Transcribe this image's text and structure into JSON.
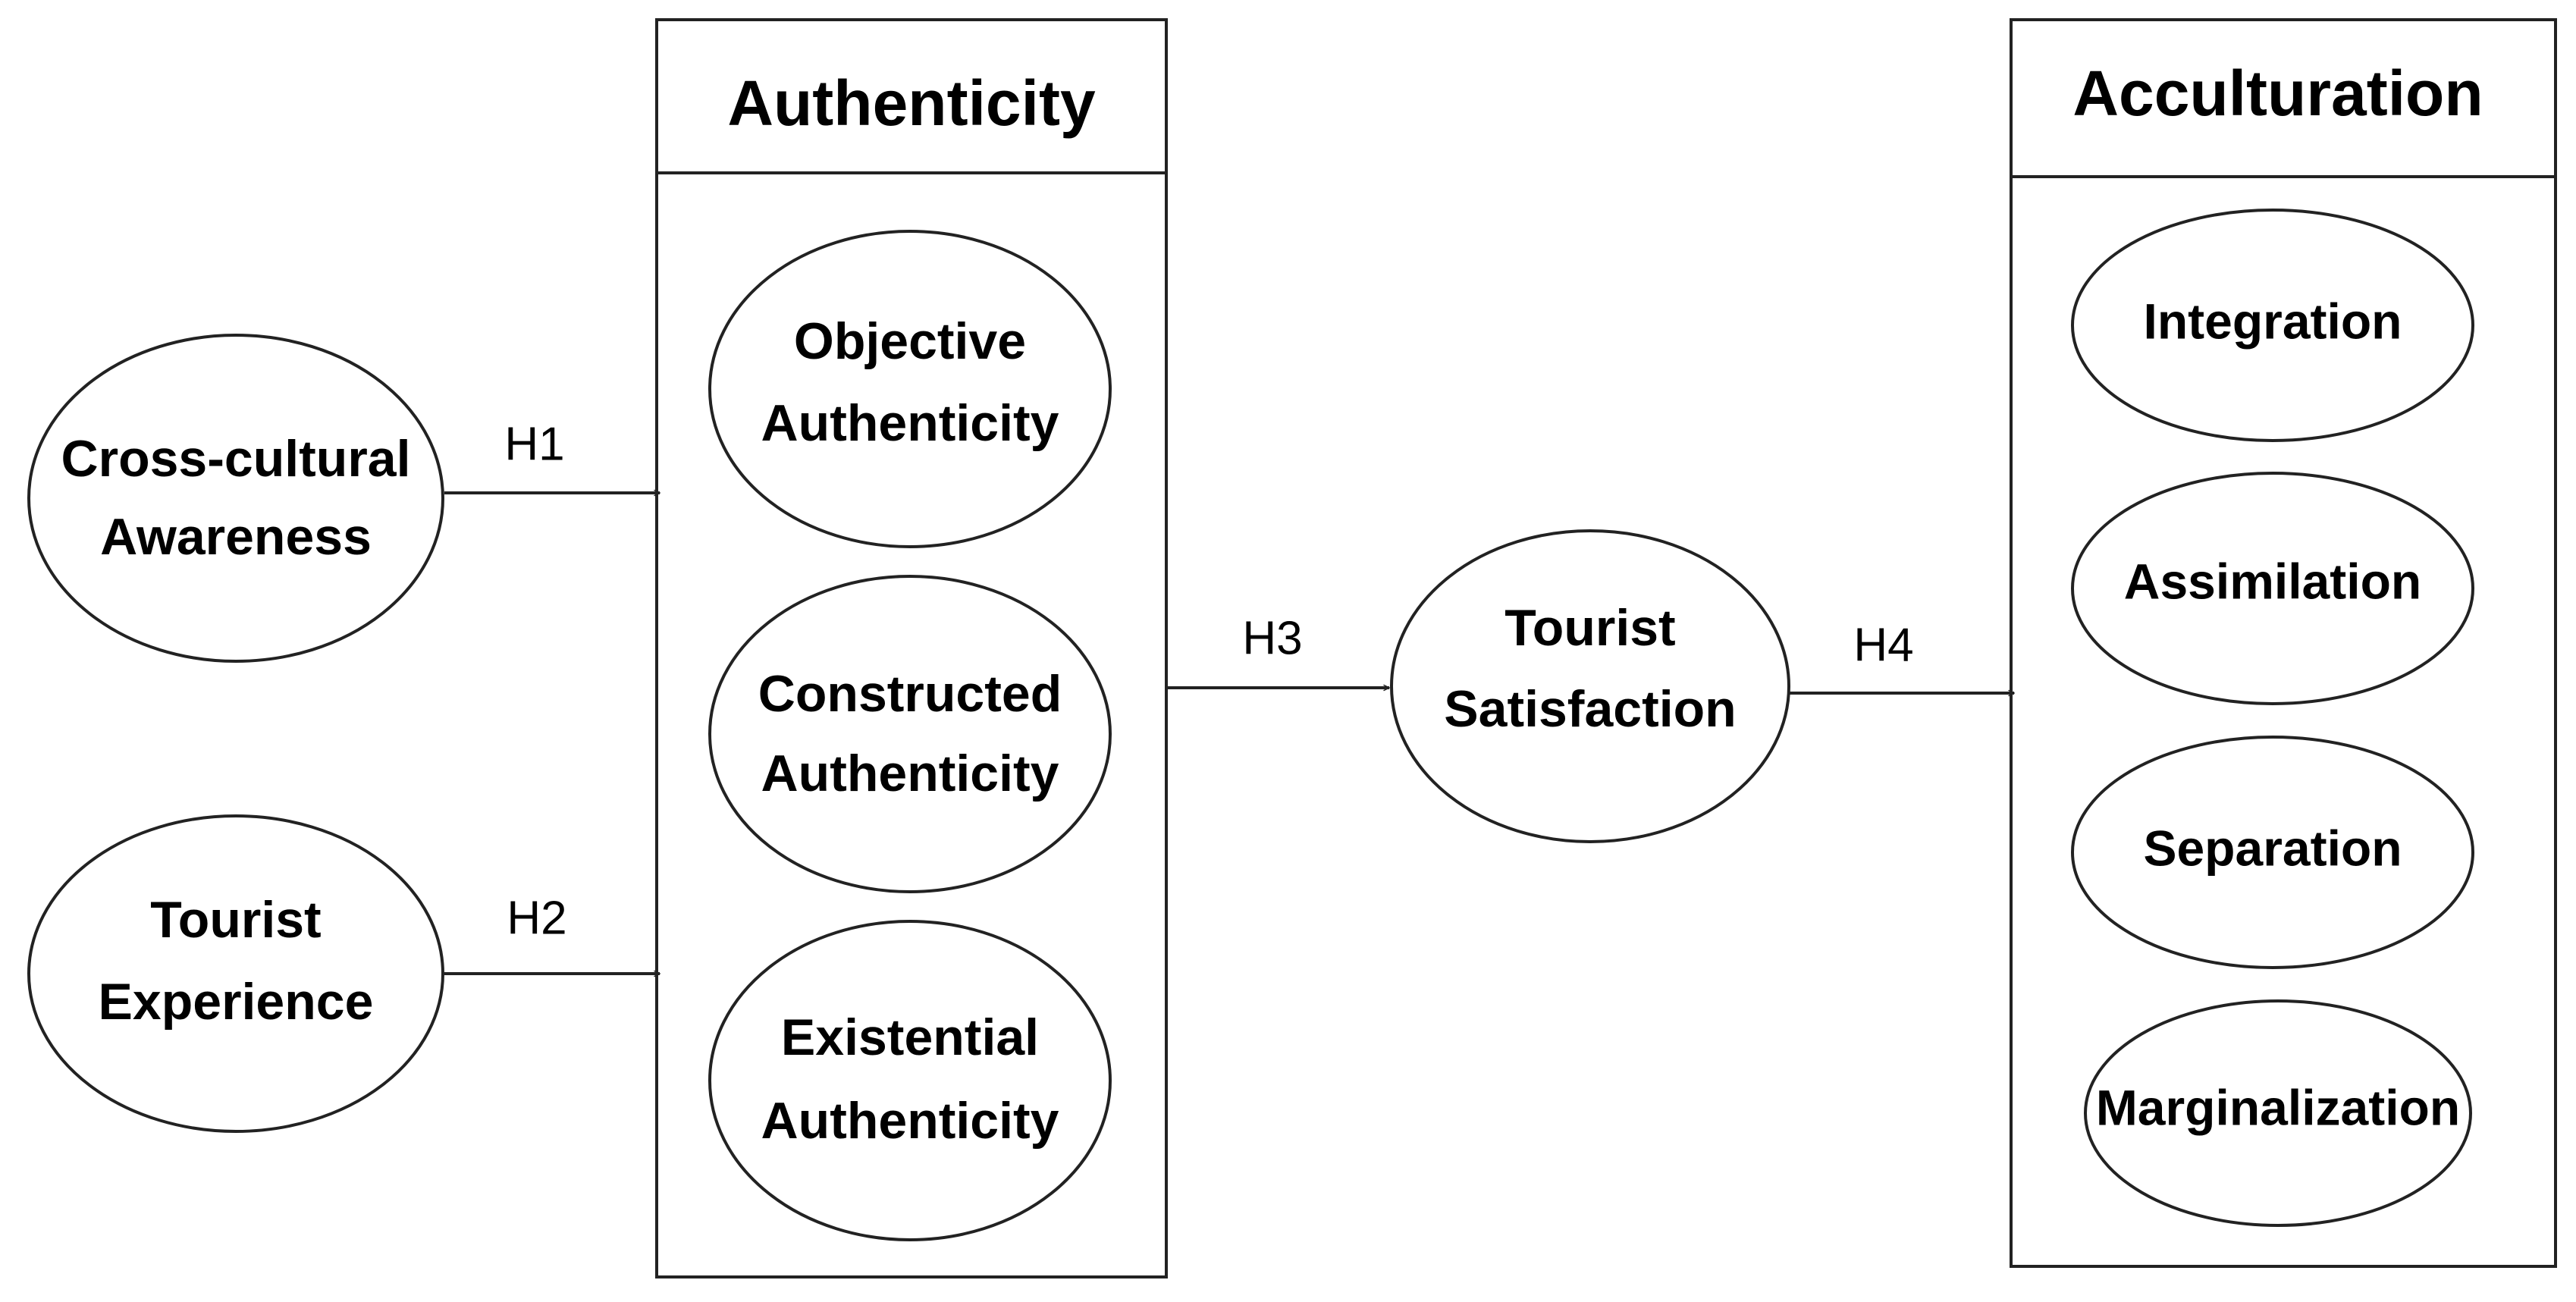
{
  "inputs": {
    "cross_cultural": [
      "Cross-cultural",
      "Awareness"
    ],
    "tourist_experience": [
      "Tourist",
      "Experience"
    ]
  },
  "authenticity": {
    "title": "Authenticity",
    "objective": [
      "Objective",
      "Authenticity"
    ],
    "constructed": [
      "Constructed",
      "Authenticity"
    ],
    "existential": [
      "Existential",
      "Authenticity"
    ]
  },
  "satisfaction": [
    "Tourist",
    "Satisfaction"
  ],
  "acculturation": {
    "title": "Acculturation",
    "integration": "Integration",
    "assimilation": "Assimilation",
    "separation": "Separation",
    "marginalization": "Marginalization"
  },
  "hypotheses": {
    "h1": "H1",
    "h2": "H2",
    "h3": "H3",
    "h4": "H4"
  },
  "colors": {
    "stroke": "#222222",
    "text": "#000000",
    "background": "#ffffff"
  }
}
